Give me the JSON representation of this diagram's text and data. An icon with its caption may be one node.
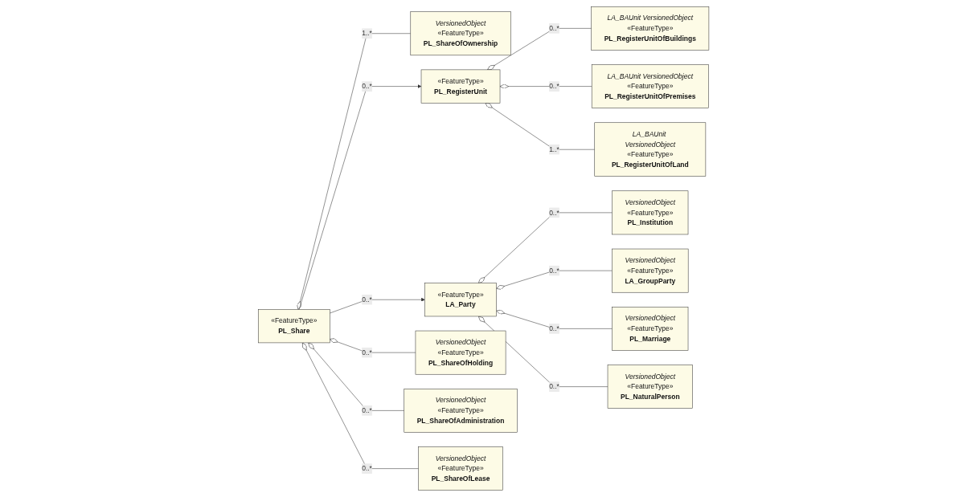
{
  "diagram": {
    "nodes": [
      {
        "text": [
          "LA_BAUnit VersionedObject",
          "«FeatureType»",
          "PL_RegisterUnitOfBuildings"
        ]
      },
      {
        "text": [
          "LA_BAUnit VersionedObject",
          "«FeatureType»",
          "PL_RegisterUnitOfPremises"
        ]
      },
      {
        "text": [
          "VersionedObject",
          "«FeatureType»",
          "PL_ShareOfOwnership"
        ]
      },
      {
        "text": [
          "VersionedObject",
          "«FeatureType»",
          "PL_Institution"
        ]
      },
      {
        "text": [
          "VersionedObject",
          "«FeatureType»",
          "LA_GroupParty"
        ]
      },
      {
        "text": [
          "«FeatureType»",
          "PL_RegisterUnit"
        ]
      },
      {
        "text": [
          "«FeatureType»",
          "PL_Share"
        ]
      },
      {
        "text": [
          "«FeatureType»",
          "LA_Party"
        ]
      },
      {
        "text": [
          "LA_BAUnit VersionedObject",
          "«FeatureType»",
          "PL_RegisterUnitOfLand"
        ]
      },
      {
        "text": [
          "VersionedObject",
          "«FeatureType»",
          "PL_ShareOfHolding"
        ]
      },
      {
        "text": [
          "VersionedObject",
          "«FeatureType»",
          "PL_ShareOfAdministration"
        ]
      },
      {
        "text": [
          "VersionedObject",
          "«FeatureType»",
          "PL_ShareOfLease"
        ]
      },
      {
        "text": [
          "VersionedObject",
          "«FeatureType»",
          "PL_Marriage"
        ]
      },
      {
        "text": [
          "VersionedObject",
          "«FeatureType»",
          "PL_NaturalPerson"
        ]
      }
    ],
    "edges": [
      {
        "from": 5,
        "to": 0,
        "arrow": "other",
        "label": "0..*"
      },
      {
        "from": 5,
        "to": 1,
        "arrow": "other",
        "label": "0..*"
      },
      {
        "from": 6,
        "to": 2,
        "arrow": "other",
        "label": "1..*"
      },
      {
        "from": 7,
        "to": 3,
        "arrow": "other",
        "label": "0..*"
      },
      {
        "from": 7,
        "to": 4,
        "arrow": "other",
        "label": "0..*"
      },
      {
        "from": 6,
        "to": 5,
        "arrow": "to",
        "label": "0..*"
      },
      {
        "from": 6,
        "to": 7,
        "arrow": "to",
        "label": "0..*"
      },
      {
        "from": 5,
        "to": 8,
        "arrow": "other",
        "label": "1..*"
      },
      {
        "from": 6,
        "to": 9,
        "arrow": "other",
        "label": "0..*"
      },
      {
        "from": 6,
        "to": 10,
        "arrow": "other",
        "label": "0..*"
      },
      {
        "from": 6,
        "to": 11,
        "arrow": "other",
        "label": "0..*"
      },
      {
        "from": 7,
        "to": 12,
        "arrow": "other",
        "label": "0..*"
      },
      {
        "from": 7,
        "to": 13,
        "arrow": "other",
        "label": "0..*"
      }
    ]
  }
}
